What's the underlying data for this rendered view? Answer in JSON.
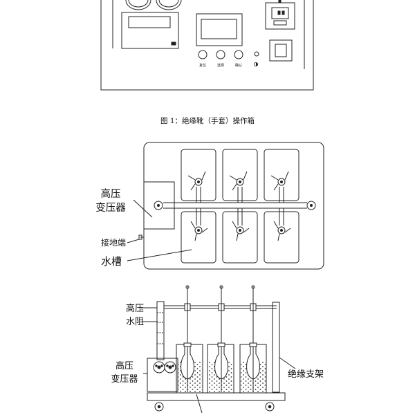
{
  "panel": {
    "buttons": [
      {
        "label": "复位"
      },
      {
        "label": "选择"
      },
      {
        "label": "确认"
      }
    ]
  },
  "figure1_caption": "图 1：绝缘靴（手套）操作箱",
  "top_view": {
    "transformer_label_line1": "高压",
    "transformer_label_line2": "变压器",
    "ground_label": "接地端",
    "tank_label": "水槽"
  },
  "side_view": {
    "hv_label": "高压",
    "water_resistor_label": "水阻",
    "transformer_label_line1": "高压",
    "transformer_label_line2": "变压器",
    "support_label": "绝缘支架"
  }
}
